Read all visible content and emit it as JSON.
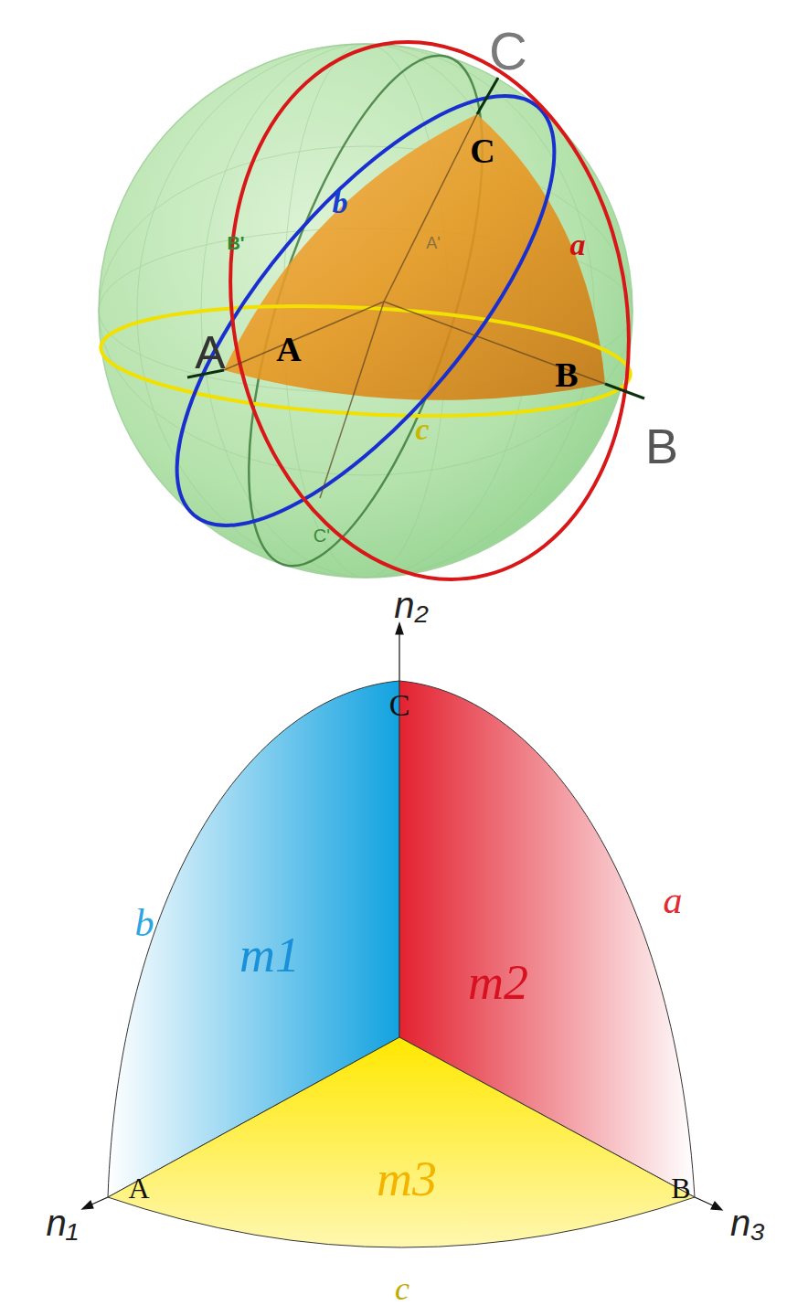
{
  "diagram": {
    "nodes": [
      {
        "text": [
          "m1"
        ]
      },
      {
        "text": [
          "m2"
        ]
      },
      {
        "text": [
          "m3"
        ]
      }
    ],
    "labels": [
      "C",
      "C",
      "b",
      "a",
      "B'",
      "A'",
      "A",
      "A",
      "B",
      "c",
      "B",
      "C'",
      "n₂",
      "C",
      "b",
      "a",
      "A",
      "B",
      "n₁",
      "n₃",
      "c"
    ]
  }
}
